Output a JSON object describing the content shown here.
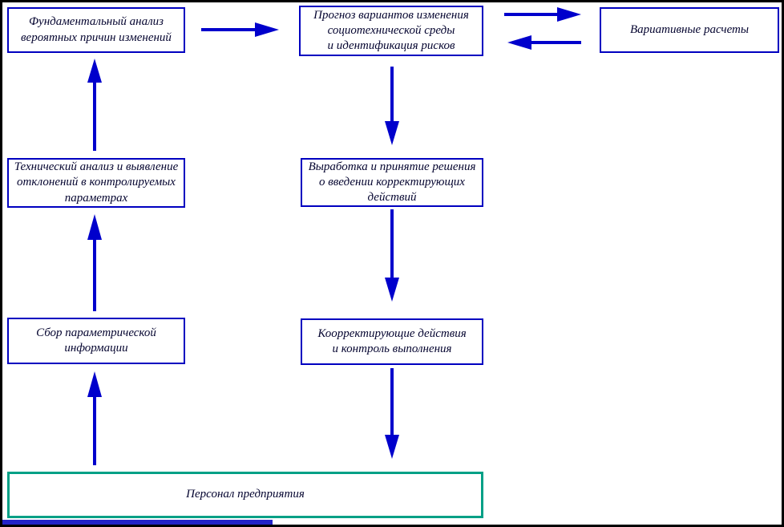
{
  "diagram": {
    "nodes": [
      {
        "id": "fundamental-analysis",
        "label": "Фундаментальный анализ\nвероятных причин изменений"
      },
      {
        "id": "forecast",
        "label": "Прогноз вариантов изменения\nсоциотехнической среды\nи идентификация рисков"
      },
      {
        "id": "variative-calculations",
        "label": "Вариативные расчеты"
      },
      {
        "id": "technical-analysis",
        "label": "Технический анализ и выявление\nотклонений в контролируемых\nпараметрах"
      },
      {
        "id": "decision-making",
        "label": "Выработка и принятие решения\nо введении корректирующих действий"
      },
      {
        "id": "parametric-collection",
        "label": "Сбор параметрической\nинформации"
      },
      {
        "id": "corrective-actions",
        "label": "Коорректирующие действия\nи контроль выполнения"
      },
      {
        "id": "personnel",
        "label": "Персонал предприятия"
      }
    ],
    "colors": {
      "box_border": "#0000c0",
      "arrow": "#0000cc",
      "personnel_border": "#00a086",
      "text": "#050530",
      "frame": "#000000",
      "background": "#ffffff"
    }
  }
}
